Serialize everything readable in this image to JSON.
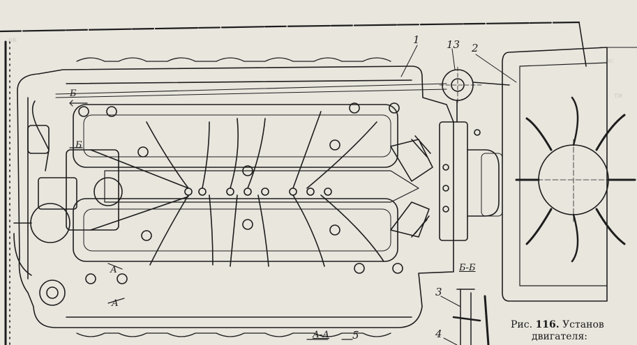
{
  "figure": {
    "callouts": {
      "c1": "1",
      "c13": "13",
      "c2": "2",
      "c3": "3",
      "c4": "4",
      "c5": "5"
    },
    "section_labels": {
      "bb_top": "Б",
      "bb_left": "Б",
      "bb_view": "Б-Б",
      "aa_top": "А",
      "aa_bottom": "А",
      "aa_view": "А-А"
    }
  },
  "caption": {
    "prefix": "Рис.",
    "number": "116.",
    "line1_rest": "Установ",
    "line2": "двигателя:"
  }
}
